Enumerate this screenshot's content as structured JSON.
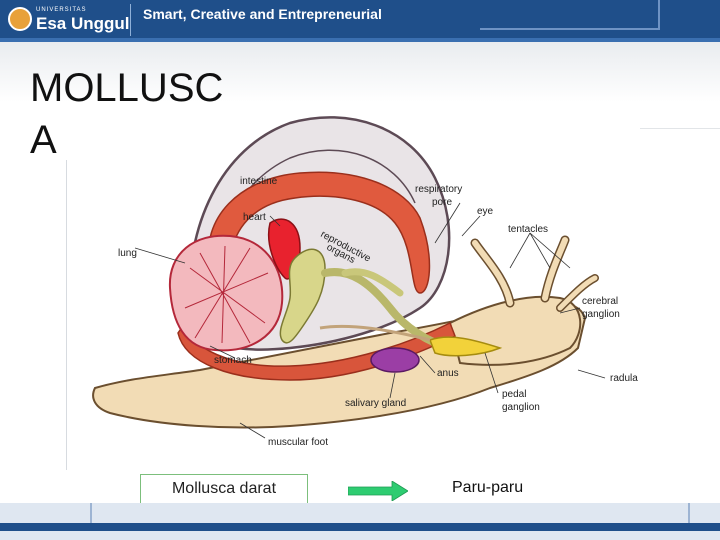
{
  "header": {
    "logo_small": "UNIVERSITAS",
    "logo_text": "Esa Unggul",
    "tagline": "Smart, Creative and Entrepreneurial"
  },
  "slide": {
    "title_line1": "MOLLUSC",
    "title_line2": "A"
  },
  "diagram": {
    "labels": {
      "intestine": "intestine",
      "heart": "heart",
      "lung": "lung",
      "reproductive": "reproductive",
      "organs": "organs",
      "respiratory": "respiratory",
      "pore": "pore",
      "eye": "eye",
      "tentacles": "tentacles",
      "cerebral": "cerebral",
      "ganglion1": "ganglion",
      "stomach": "stomach",
      "anus": "anus",
      "radula": "radula",
      "salivary": "salivary gland",
      "pedal": "pedal",
      "ganglion2": "ganglion",
      "muscular": "muscular foot"
    }
  },
  "caption": {
    "box_label": "Mollusca darat",
    "result_label": "Paru-paru",
    "arrow_color": "#2ecc71"
  }
}
